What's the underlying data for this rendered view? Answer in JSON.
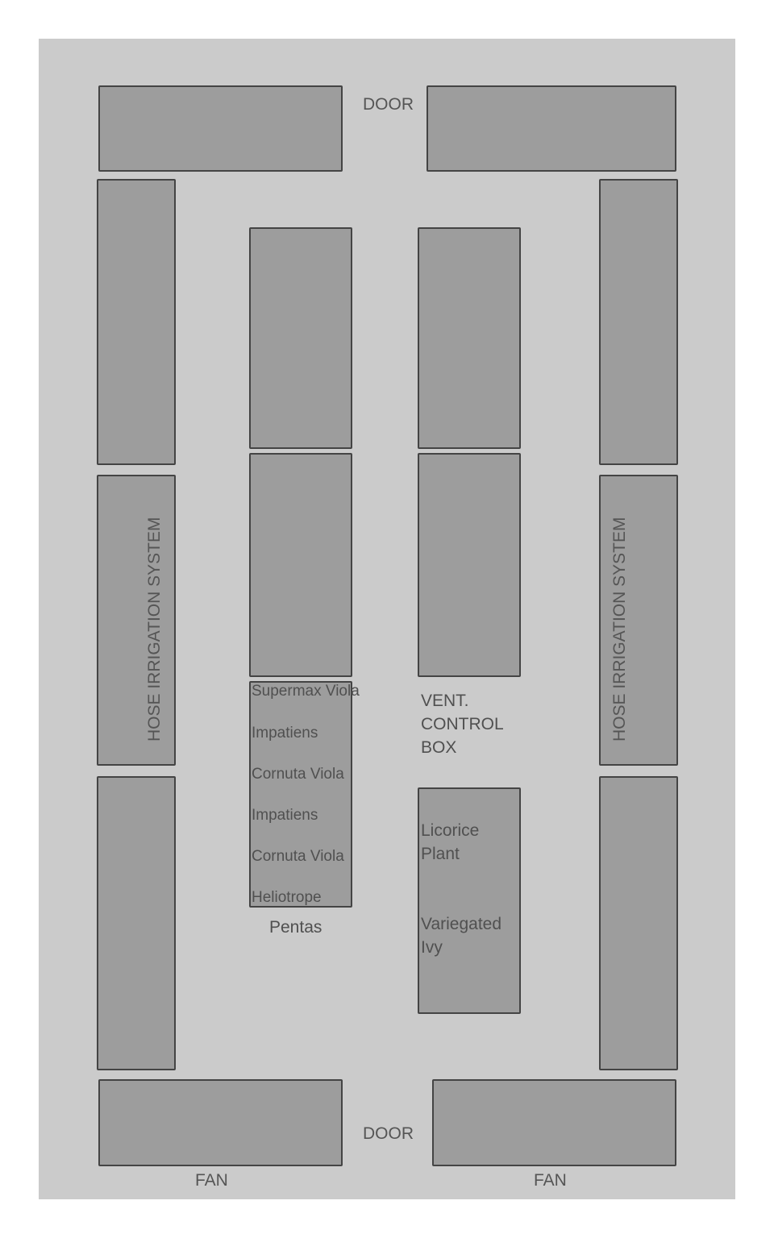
{
  "labels": {
    "door_top": "DOOR",
    "door_bottom": "DOOR",
    "fan_left": "FAN",
    "fan_right": "FAN",
    "hose_left": "HOSE IRRIGATION SYSTEM",
    "hose_right": "HOSE IRRIGATION SYSTEM",
    "vent": "VENT.\nCONTROL\nBOX",
    "pentas": "Pentas"
  },
  "center_left_bench_plants": [
    "Supermax Viola",
    "Impatiens",
    "Cornuta Viola",
    "Impatiens",
    "Cornuta Viola",
    "Heliotrope"
  ],
  "center_right_bench_plants": [
    "Licorice\nPlant",
    "Variegated\nIvy"
  ],
  "colors": {
    "floor": "#cbcbcb",
    "bench": "#9d9d9d",
    "border": "#444444",
    "text": "#555555"
  }
}
